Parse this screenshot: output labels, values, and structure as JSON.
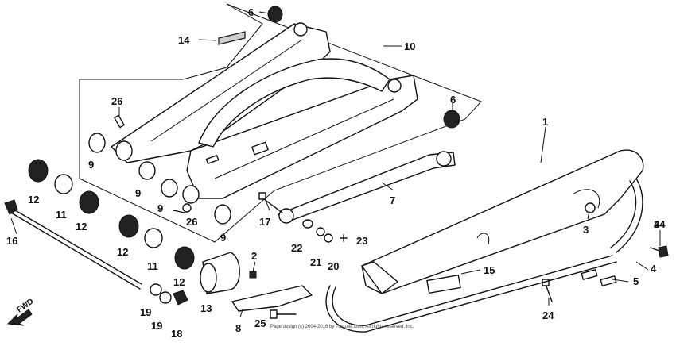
{
  "labels": {
    "l1": "1",
    "l2": "2",
    "l3": "3",
    "l4a": "4",
    "l4b": "4",
    "l5": "5",
    "l6a": "6",
    "l6b": "6",
    "l7": "7",
    "l8": "8",
    "l9a": "9",
    "l9b": "9",
    "l9c": "9",
    "l9d": "9",
    "l10": "10",
    "l11a": "11",
    "l11b": "11",
    "l12a": "12",
    "l12b": "12",
    "l12c": "12",
    "l12d": "12",
    "l13": "13",
    "l14": "14",
    "l15": "15",
    "l16": "16",
    "l17": "17",
    "l18": "18",
    "l19a": "19",
    "l19b": "19",
    "l20": "20",
    "l21": "21",
    "l22": "22",
    "l23": "23",
    "l24a": "24",
    "l24b": "24",
    "l25": "25",
    "l26a": "26",
    "l26b": "26"
  },
  "fwd_label": "FWD",
  "copyright": "Page design (c) 2004-2016 by Partzilla.com. All rights reserved. Inc."
}
